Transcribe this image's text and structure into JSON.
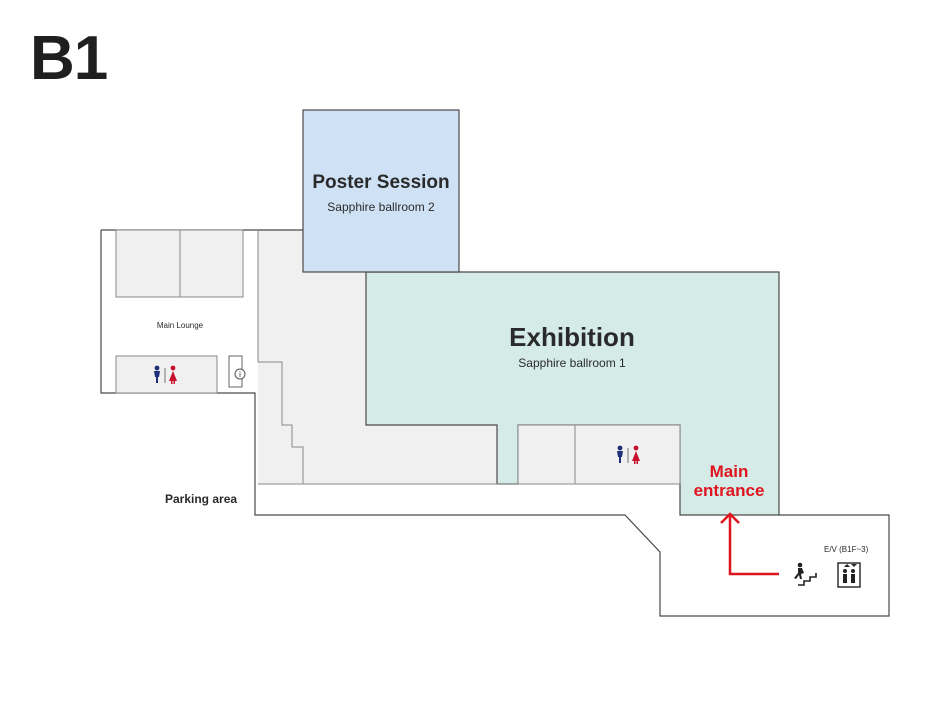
{
  "floor": {
    "label": "B1"
  },
  "rooms": {
    "poster": {
      "title": "Poster Session",
      "subtitle": "Sapphire ballroom 2",
      "color": "#cfe2f5"
    },
    "exhibition": {
      "title": "Exhibition",
      "subtitle": "Sapphire ballroom 1",
      "color": "#d4ebe8"
    },
    "lounge": {
      "label": "Main Lounge"
    }
  },
  "labels": {
    "parking": "Parking area",
    "entrance": "Main entrance",
    "elevator": "E/V (B1F~3)",
    "info_symbol": "i"
  },
  "colors": {
    "outline": "#4a4a4a",
    "corridor": "#f0f0f0",
    "accent_red": "#e0141e",
    "restroom_male": "#1e2f78",
    "restroom_female": "#c8102e"
  },
  "icons": [
    "restroom-icon",
    "info-desk-icon",
    "stairs-icon",
    "elevator-icon",
    "arrow-up-icon"
  ]
}
